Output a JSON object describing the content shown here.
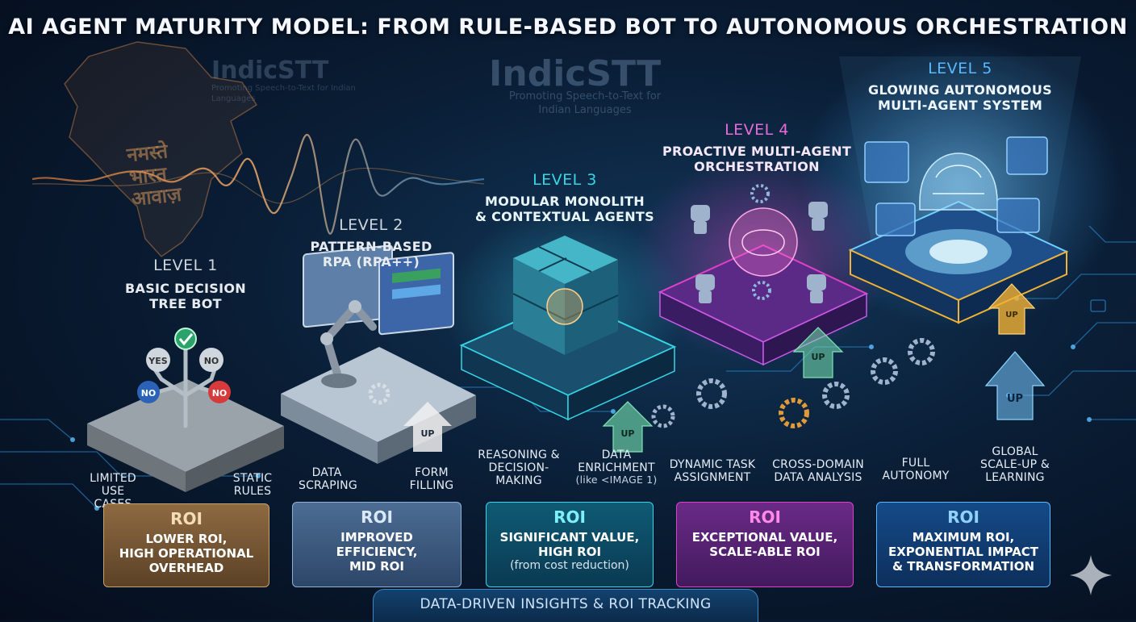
{
  "title": "AI AGENT MATURITY MODEL: FROM RULE-BASED BOT TO AUTONOMOUS ORCHESTRATION",
  "watermark": {
    "logo_small": "IndicSTT",
    "tagline_small": "Promoting Speech-to-Text for Indian Languages",
    "logo_large": "IndicSTT",
    "tagline_large": "Promoting Speech-to-Text for Indian Languages",
    "hindi_words": [
      "नमस्ते",
      "भारत",
      "आवाज़"
    ]
  },
  "colors": {
    "level1": "#cfd6de",
    "level2": "#cfd6de",
    "level3": "#35d6e6",
    "level4": "#e040c8",
    "level5": "#3aa7ff",
    "accent_gold": "#f2b233"
  },
  "levels": [
    {
      "level": "LEVEL 1",
      "name_line1": "BASIC DECISION",
      "name_line2": "TREE BOT",
      "tree_labels": {
        "yes": "YES",
        "no_top": "NO",
        "no_left": "NO",
        "no_right": "NO"
      },
      "captions": [
        {
          "line1": "LIMITED",
          "line2": "USE CASES"
        },
        {
          "line1": "STATIC",
          "line2": "RULES"
        }
      ],
      "roi": {
        "heading": "ROI",
        "line1": "LOWER ROI,",
        "line2": "HIGH OPERATIONAL",
        "line3": "OVERHEAD"
      }
    },
    {
      "level": "LEVEL 2",
      "name_line1": "PATTERN-BASED",
      "name_line2": "RPA (RPA++)",
      "captions": [
        {
          "line1": "DATA",
          "line2": "SCRAPING"
        },
        {
          "line1": "FORM",
          "line2": "FILLING"
        }
      ],
      "up": "UP",
      "roi": {
        "heading": "ROI",
        "line1": "IMPROVED",
        "line2": "EFFICIENCY,",
        "line3": "MID ROI"
      }
    },
    {
      "level": "LEVEL 3",
      "name_line1": "MODULAR MONOLITH",
      "name_line2": "& CONTEXTUAL AGENTS",
      "captions": [
        {
          "line1": "REASONING &",
          "line2": "DECISION-",
          "line3": "MAKING"
        },
        {
          "line1": "DATA",
          "line2": "ENRICHMENT",
          "line3": "(like <IMAGE 1)"
        }
      ],
      "up": "UP",
      "roi": {
        "heading": "ROI",
        "line1": "SIGNIFICANT VALUE,",
        "line2": "HIGH ROI",
        "line3": "(from cost reduction)"
      }
    },
    {
      "level": "LEVEL 4",
      "name_line1": "PROACTIVE MULTI-AGENT",
      "name_line2": "ORCHESTRATION",
      "captions": [
        {
          "line1": "DYNAMIC TASK",
          "line2": "ASSIGNMENT"
        },
        {
          "line1": "CROSS-DOMAIN",
          "line2": "DATA ANALYSIS"
        }
      ],
      "up": "UP",
      "roi": {
        "heading": "ROI",
        "line1": "EXCEPTIONAL VALUE,",
        "line2": "SCALE-ABLE ROI"
      }
    },
    {
      "level": "LEVEL 5",
      "name_line1": "GLOWING AUTONOMOUS",
      "name_line2": "MULTI-AGENT SYSTEM",
      "captions": [
        {
          "line1": "FULL",
          "line2": "AUTONOMY"
        },
        {
          "line1": "GLOBAL",
          "line2": "SCALE-UP &",
          "line3": "LEARNING"
        }
      ],
      "up": "UP",
      "up2": "UP",
      "roi": {
        "heading": "ROI",
        "line1": "MAXIMUM ROI,",
        "line2": "EXPONENTIAL IMPACT",
        "line3": "& TRANSFORMATION"
      }
    }
  ],
  "footer_banner": "DATA-DRIVEN INSIGHTS & ROI TRACKING",
  "icons": [
    "checkmark-icon",
    "robot-arm-icon",
    "brain-icon",
    "robot-icon",
    "gear-icon",
    "sparkle-icon",
    "up-arrow-icon",
    "india-map-icon",
    "soundwave-icon"
  ]
}
